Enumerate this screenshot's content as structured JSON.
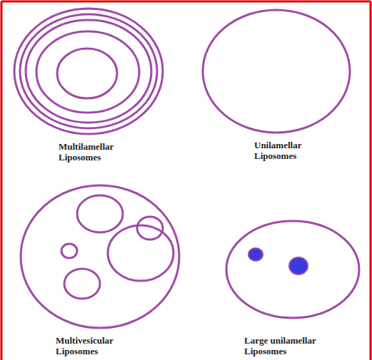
{
  "diagram": {
    "nodes": [
      {
        "text": [
          "Multilamellar Liposomes"
        ]
      },
      {
        "text": [
          "Unilamellar Liposomes"
        ]
      },
      {
        "text": [
          "Multivesicular Liposomes"
        ]
      },
      {
        "text": [
          "Large unilamellar Liposomes"
        ]
      }
    ]
  }
}
